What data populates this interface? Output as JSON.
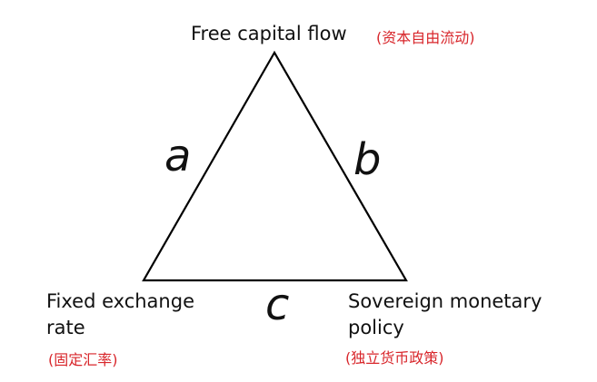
{
  "vertices": {
    "top": {
      "label": "Free capital flow",
      "label_cn": "(资本自由流动)"
    },
    "bottom_left": {
      "label_line1": "Fixed exchange",
      "label_line2": "rate",
      "label_cn": "(固定汇率)"
    },
    "bottom_right": {
      "label_line1": "Sovereign monetary",
      "label_line2": "policy",
      "label_cn": "(独立货币政策)"
    }
  },
  "edges": {
    "left": "a",
    "right": "b",
    "bottom": "c"
  },
  "colors": {
    "line": "#000000",
    "text": "#111111",
    "chinese_text": "#d8262b"
  }
}
